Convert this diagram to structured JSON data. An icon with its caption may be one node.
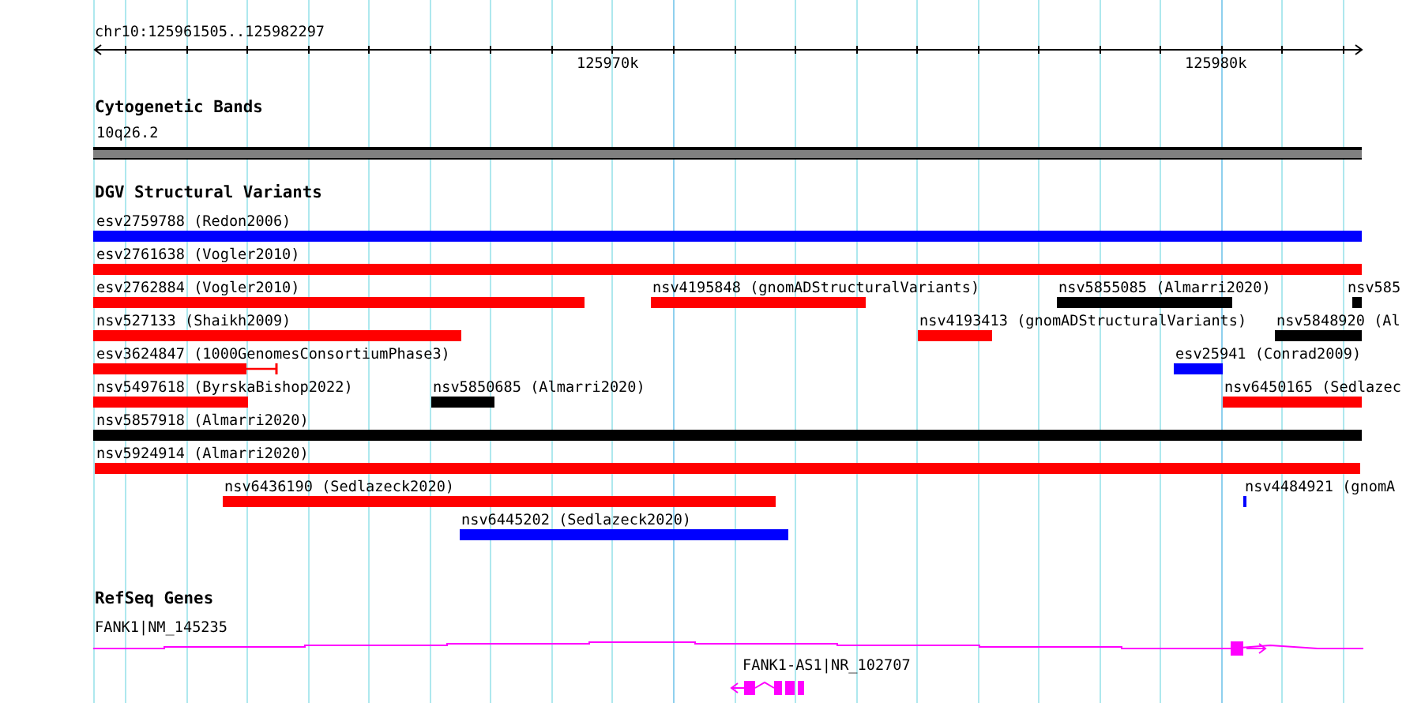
{
  "diagram": {
    "nodes": [
      {
        "text": [
          "Cytogenetic Bands"
        ]
      },
      {
        "text": [
          "10q26.2"
        ],
        "in": 0
      },
      {
        "text": [
          "DGV Structural Variants"
        ]
      },
      {
        "text": [
          "esv2759788 (Redon2006)"
        ],
        "in": 2
      },
      {
        "text": [
          "esv2761638 (Vogler2010)"
        ],
        "in": 2
      },
      {
        "text": [
          "esv2762884 (Vogler2010)"
        ],
        "in": 2
      },
      {
        "text": [
          "nsv4195848 (gnomADStructuralVariants)"
        ],
        "in": 2
      },
      {
        "text": [
          "nsv5855085 (Almarri2020)"
        ],
        "in": 2
      },
      {
        "text": [
          "nsv585"
        ],
        "in": 2
      },
      {
        "text": [
          "nsv527133 (Shaikh2009)"
        ],
        "in": 2
      },
      {
        "text": [
          "nsv4193413 (gnomADStructuralVariants)"
        ],
        "in": 2
      },
      {
        "text": [
          "nsv5848920 (Al"
        ],
        "in": 2
      },
      {
        "text": [
          "esv3624847 (1000GenomesConsortiumPhase3)"
        ],
        "in": 2
      },
      {
        "text": [
          "esv25941 (Conrad2009)"
        ],
        "in": 2
      },
      {
        "text": [
          "nsv5497618 (ByrskaBishop2022)"
        ],
        "in": 2
      },
      {
        "text": [
          "nsv5850685 (Almarri2020)"
        ],
        "in": 2
      },
      {
        "text": [
          "nsv6450165 (Sedlazec"
        ],
        "in": 2
      },
      {
        "text": [
          "nsv5857918 (Almarri2020)"
        ],
        "in": 2
      },
      {
        "text": [
          "nsv5924914 (Almarri2020)"
        ],
        "in": 2
      },
      {
        "text": [
          "nsv6436190 (Sedlazeck2020)"
        ],
        "in": 2
      },
      {
        "text": [
          "nsv4484921 (gnomA"
        ],
        "in": 2
      },
      {
        "text": [
          "nsv6445202 (Sedlazeck2020)"
        ],
        "in": 2
      },
      {
        "text": [
          "RefSeq Genes"
        ]
      },
      {
        "text": [
          "FANK1|NM_145235"
        ],
        "in": 22
      },
      {
        "text": [
          "FANK1-AS1|NR_102707"
        ],
        "in": 22
      }
    ],
    "labels": [
      "chr10:125961505..125982297",
      "125970k",
      "125980k"
    ]
  }
}
